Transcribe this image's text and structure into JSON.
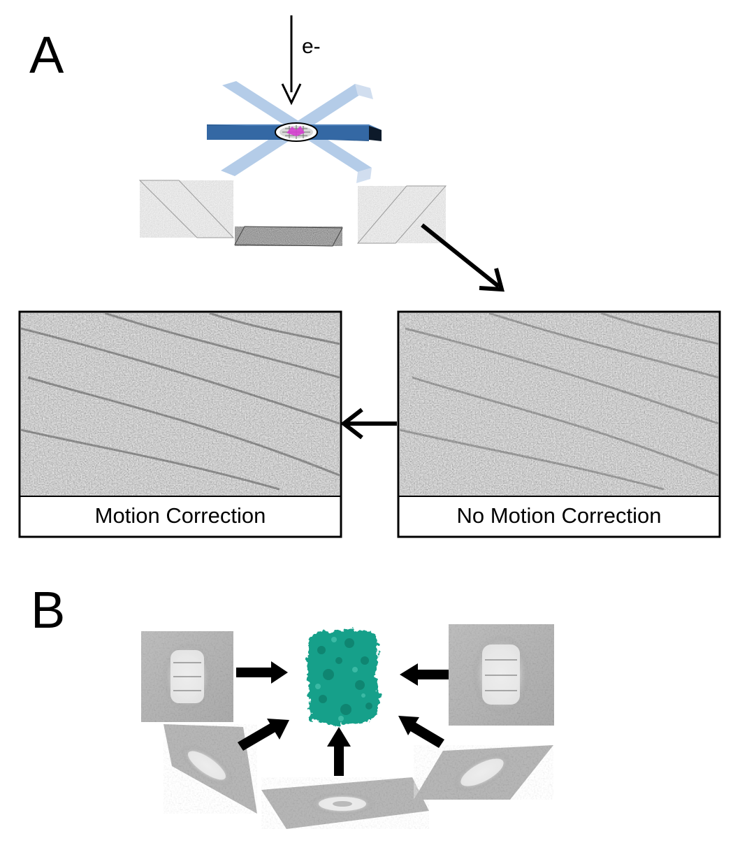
{
  "panel_a": {
    "letter": "A",
    "beam_label": "e-",
    "left_image_caption": "Motion Correction",
    "right_image_caption": "No Motion Correction"
  },
  "panel_b": {
    "letter": "B"
  },
  "colors": {
    "stage_front": "#3a6fa8",
    "stage_ghost": "#a8c4e4",
    "map_color": "#14a08a",
    "sample_color": "#d63fd0",
    "micrograph_gray": "#8a8a8a",
    "class_average_background": "#8c8c8c"
  }
}
